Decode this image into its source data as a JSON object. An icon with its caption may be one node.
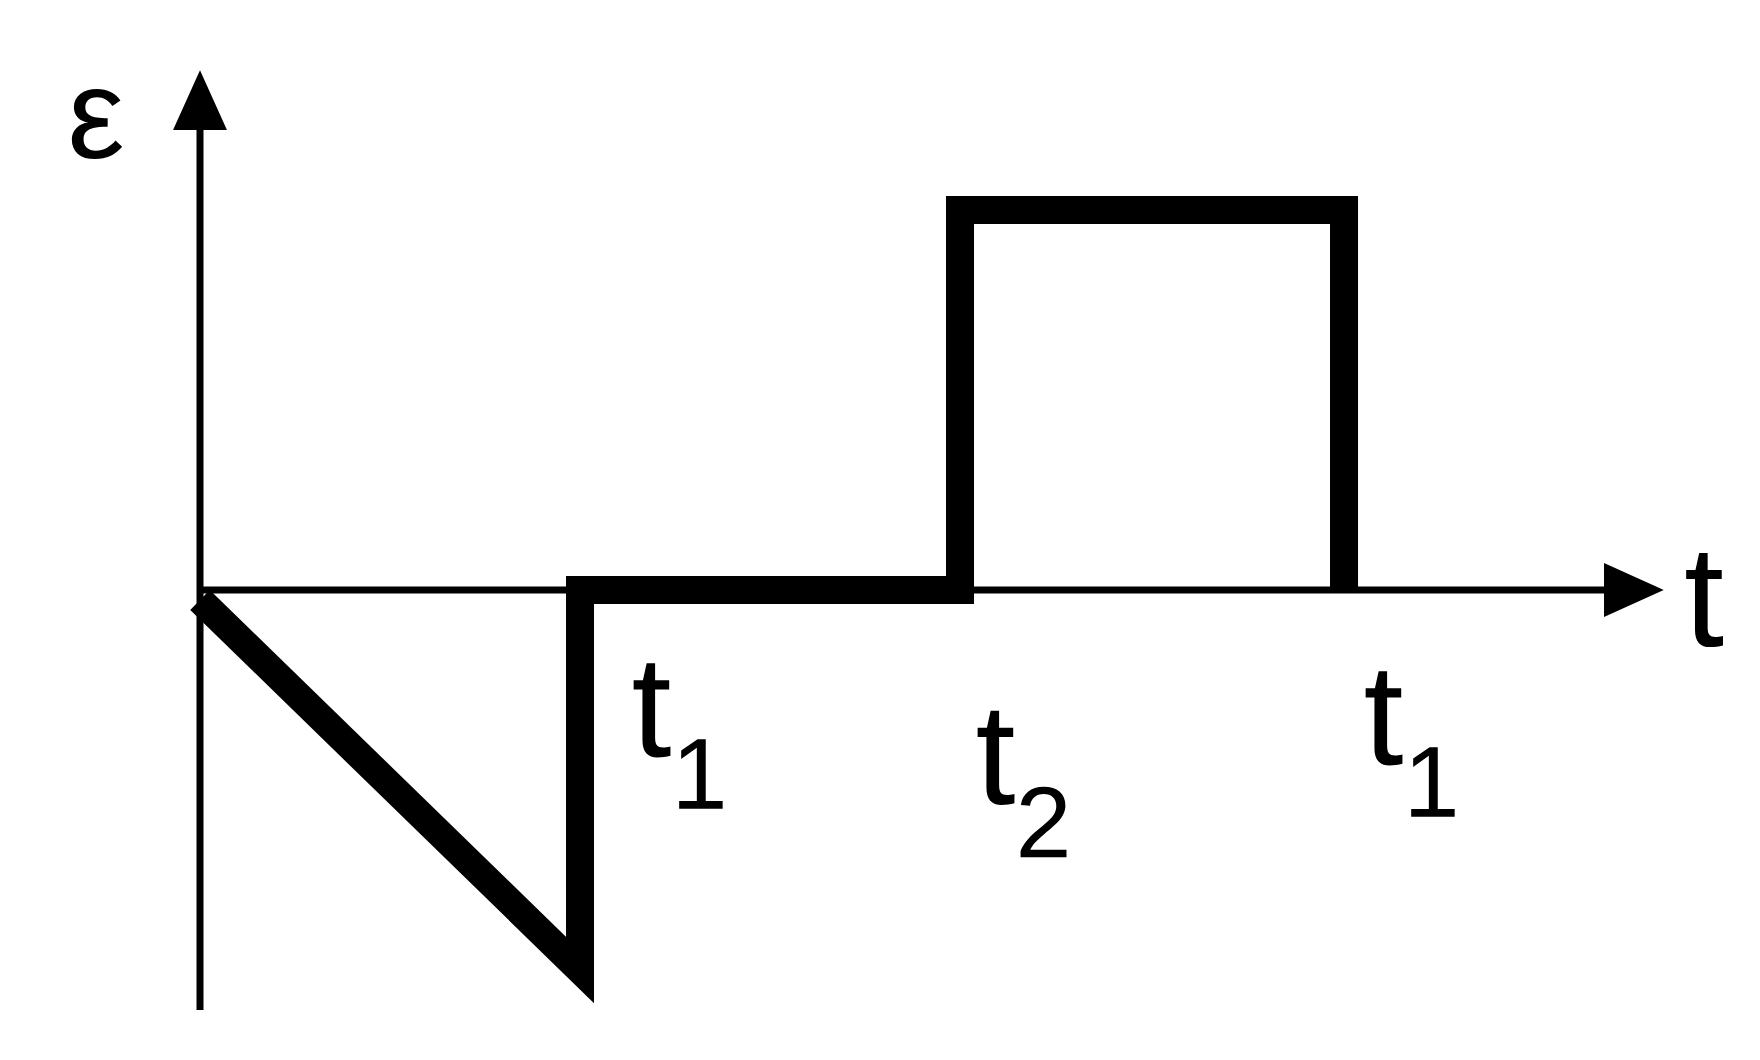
{
  "diagram": {
    "labels": [
      "ε",
      "t",
      "t$_{1}$",
      "t$_{2}$",
      "t$_{1}$"
    ]
  }
}
